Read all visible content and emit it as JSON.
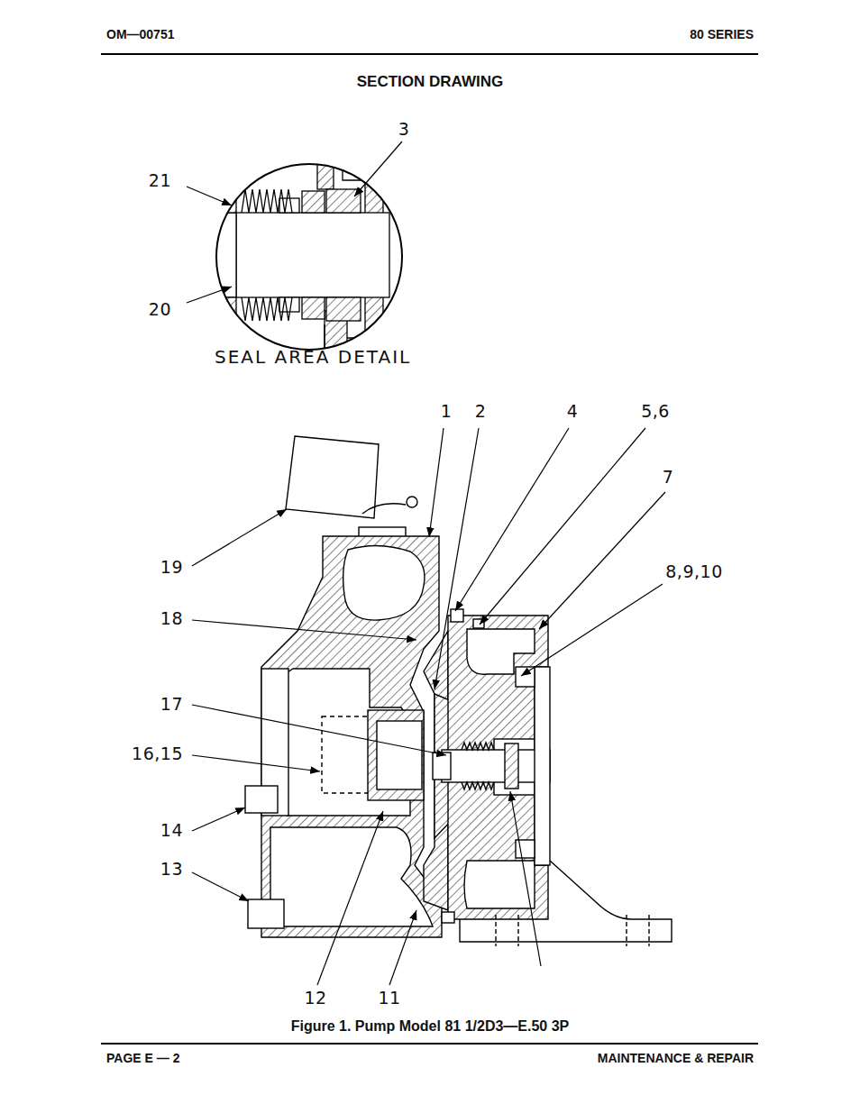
{
  "diagram": {
    "title": "SECTION DRAWING",
    "caption": "Figure 1.  Pump Model 81 1/2D3—E.50 3P",
    "labels": [
      "OM—00751",
      "80 SERIES",
      "3",
      "21",
      "20",
      "SEAL AREA DETAIL",
      "1",
      "2",
      "4",
      "5,6",
      "7",
      "8,9,10",
      "19",
      "18",
      "17",
      "16,15",
      "14",
      "13",
      "12",
      "11",
      "PAGE E — 2",
      "MAINTENANCE & REPAIR"
    ]
  }
}
